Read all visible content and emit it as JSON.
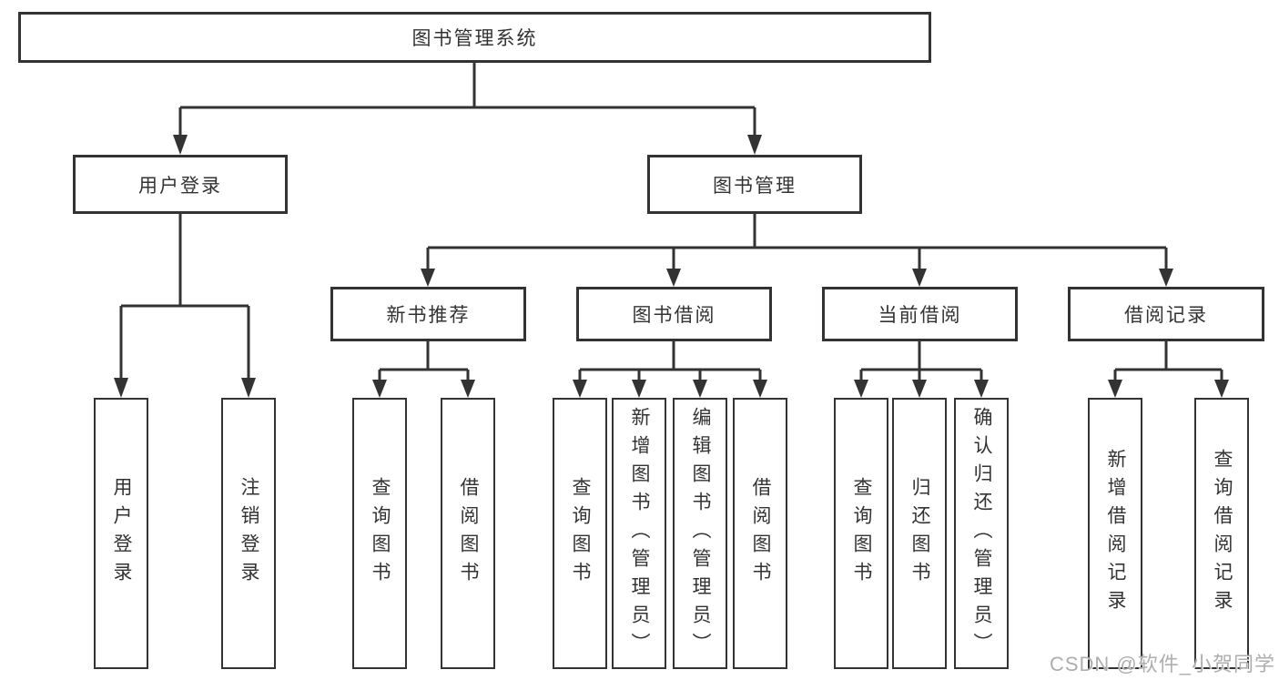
{
  "tree": {
    "label": "图书管理系统",
    "children": [
      {
        "label": "用户登录",
        "children": [
          {
            "label": "用户登录"
          },
          {
            "label": "注销登录"
          }
        ]
      },
      {
        "label": "图书管理",
        "children": [
          {
            "label": "新书推荐",
            "children": [
              {
                "label": "查询图书"
              },
              {
                "label": "借阅图书"
              }
            ]
          },
          {
            "label": "图书借阅",
            "children": [
              {
                "label": "查询图书"
              },
              {
                "label": "新增图书（管理员）"
              },
              {
                "label": "编辑图书（管理员）"
              },
              {
                "label": "借阅图书"
              }
            ]
          },
          {
            "label": "当前借阅",
            "children": [
              {
                "label": "查询图书"
              },
              {
                "label": "归还图书"
              },
              {
                "label": "确认归还（管理员）"
              }
            ]
          },
          {
            "label": "借阅记录",
            "children": [
              {
                "label": "新增借阅记录"
              },
              {
                "label": "查询借阅记录"
              }
            ]
          }
        ]
      }
    ]
  },
  "watermark": {
    "text": "CSDN @软件_小贺同学"
  },
  "colors": {
    "line": "#333333",
    "box_border": "#333333",
    "box_fill": "#ffffff",
    "text": "#333333",
    "background": "#ffffff",
    "watermark": "#aeaeae"
  }
}
